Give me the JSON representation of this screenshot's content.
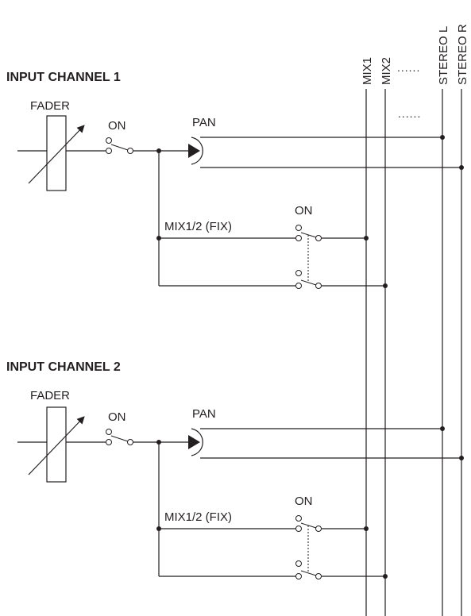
{
  "diagram": {
    "bus_labels": {
      "mix1": "MIX1",
      "mix2": "MIX2",
      "ellipsis": "......",
      "stereo_l": "STEREO L",
      "stereo_r": "STEREO R"
    },
    "ellipsis_mid": "......",
    "channels": [
      {
        "title": "INPUT CHANNEL 1",
        "fader_label": "FADER",
        "on_label": "ON",
        "pan_label": "PAN",
        "mix_label": "MIX1/2 (FIX)",
        "mix_on_label": "ON"
      },
      {
        "title": "INPUT CHANNEL 2",
        "fader_label": "FADER",
        "on_label": "ON",
        "pan_label": "PAN",
        "mix_label": "MIX1/2 (FIX)",
        "mix_on_label": "ON"
      }
    ]
  }
}
